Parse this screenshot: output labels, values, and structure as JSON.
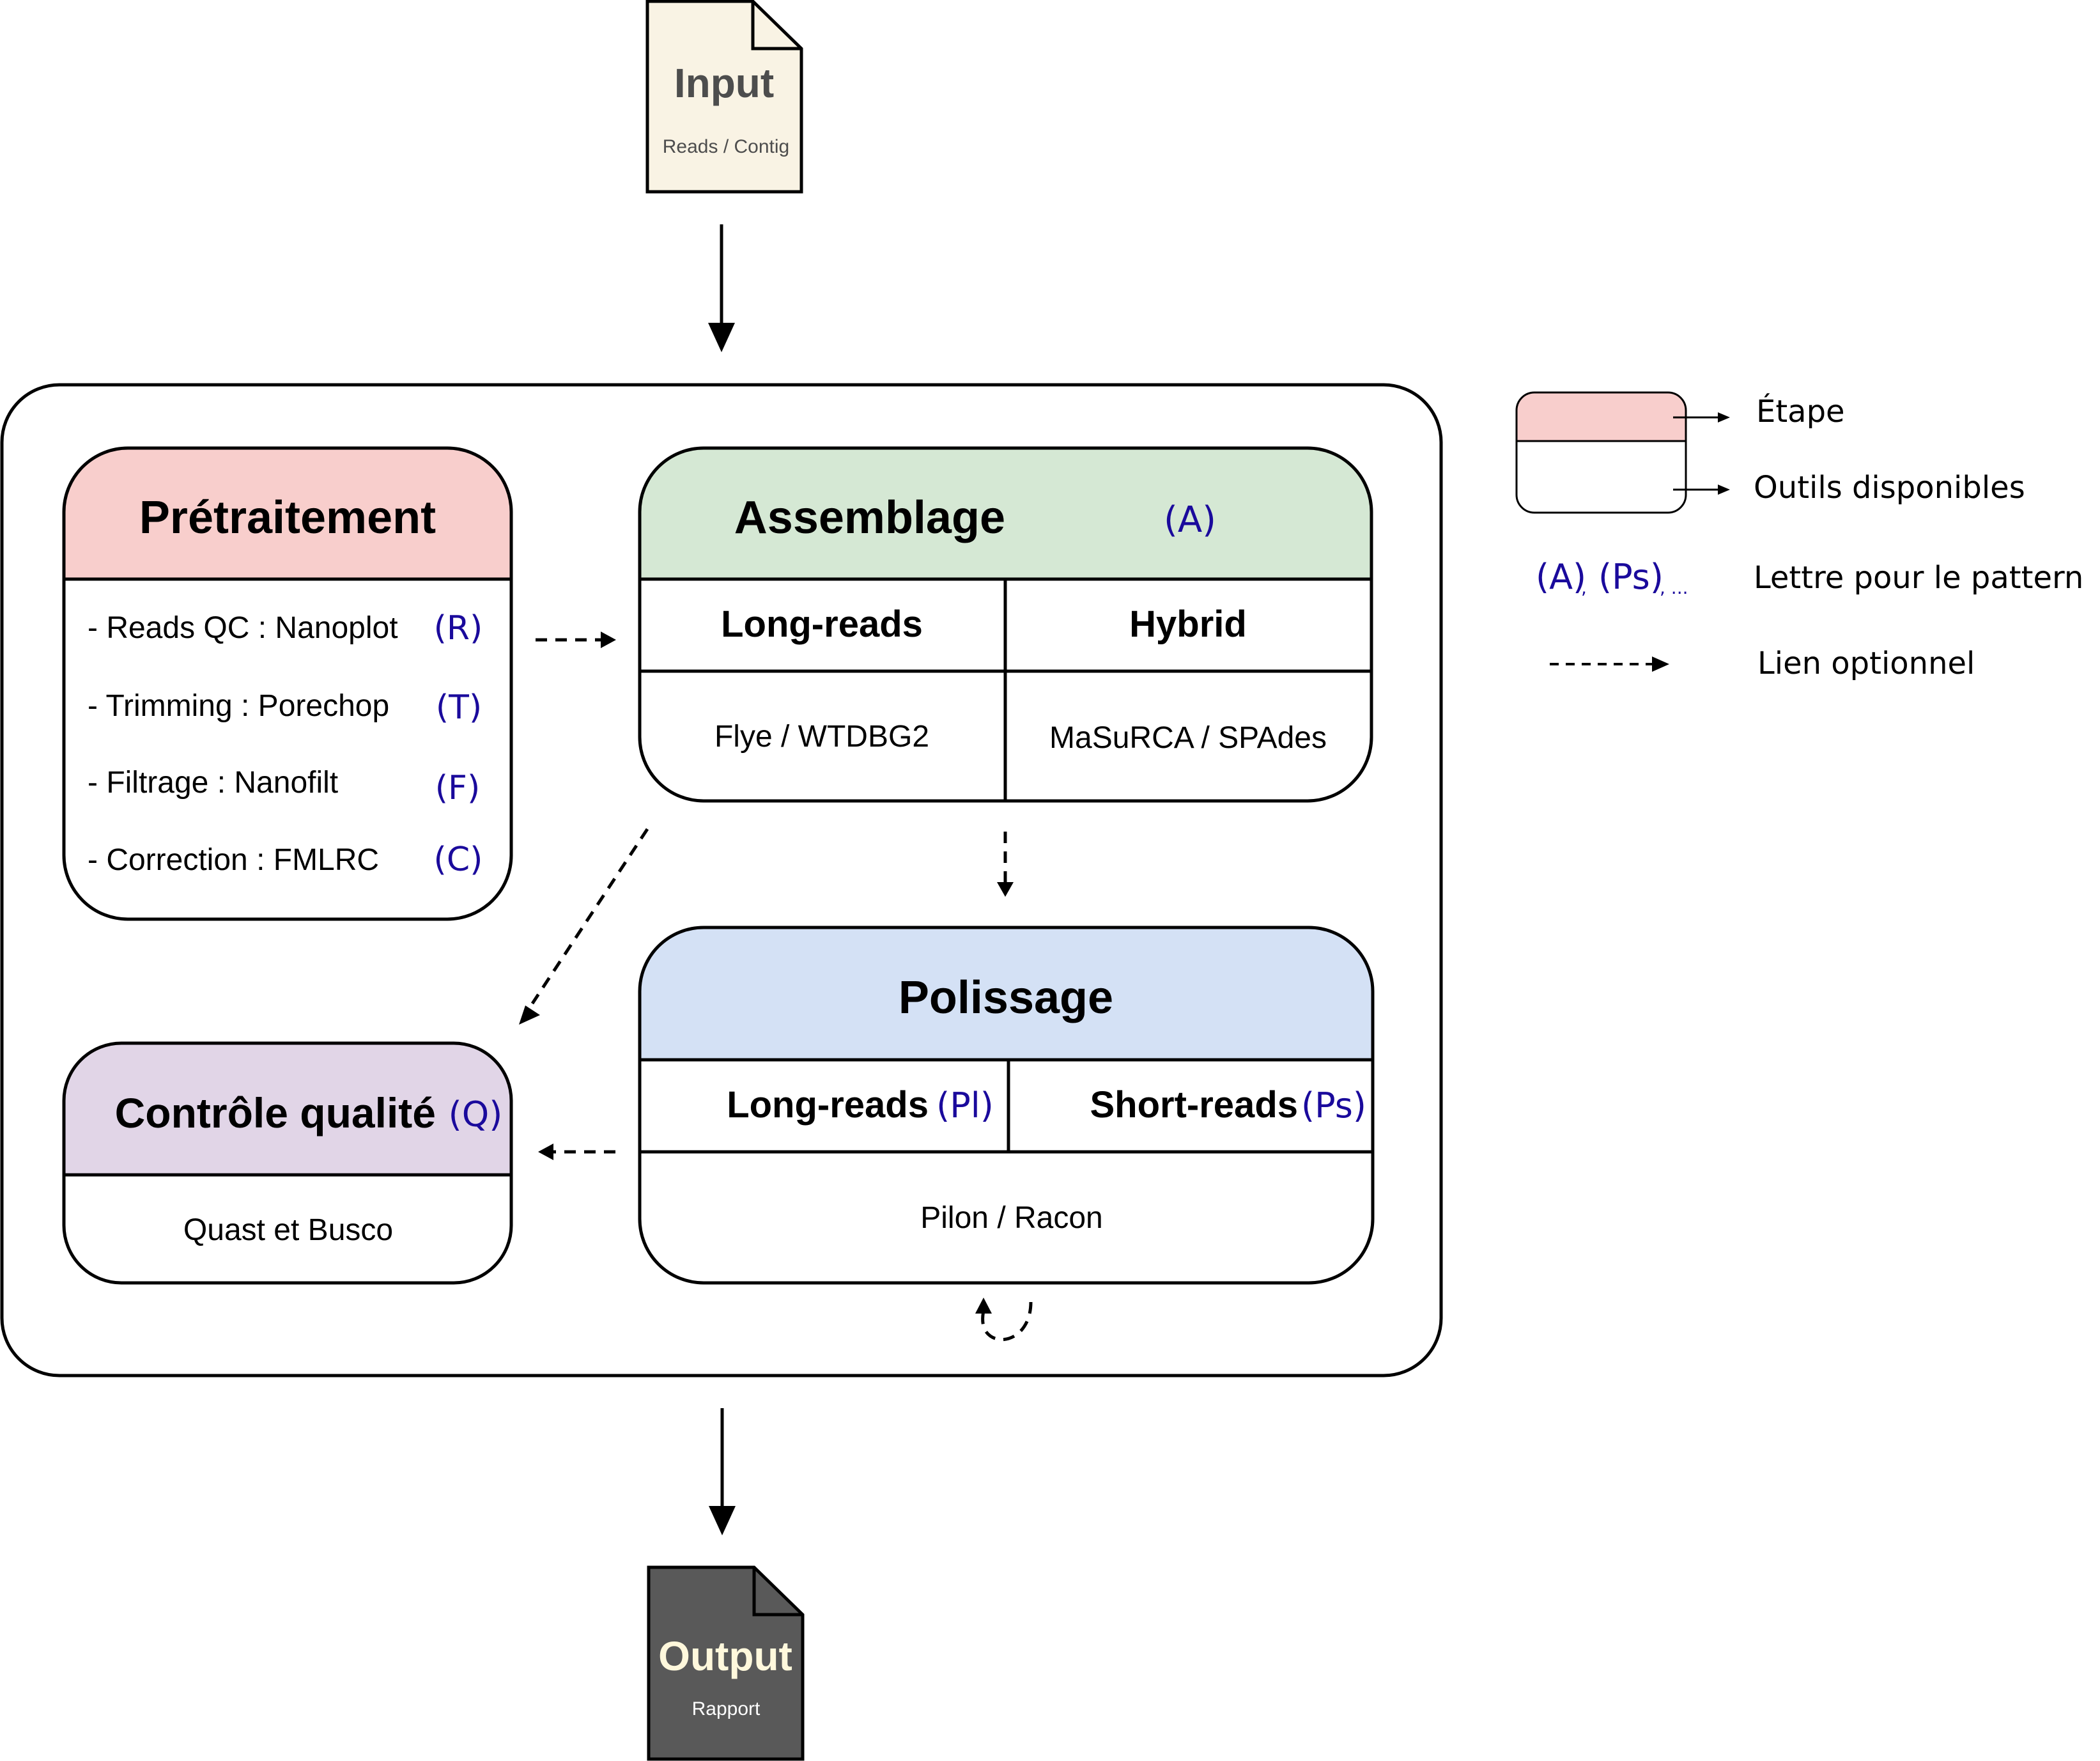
{
  "input_doc": {
    "title": "Input",
    "subtitle": "Reads / Contig"
  },
  "output_doc": {
    "title": "Output",
    "subtitle": "Rapport"
  },
  "pretraitement": {
    "title": "Prétraitement",
    "items": [
      {
        "label": "- Reads QC : Nanoplot",
        "letter": "(R)"
      },
      {
        "label": "- Trimming : Porechop",
        "letter": "(T)"
      },
      {
        "label": "- Filtrage : Nanofilt",
        "letter": "(F)"
      },
      {
        "label": "- Correction : FMLRC",
        "letter": "(C)"
      }
    ]
  },
  "assemblage": {
    "title": "Assemblage",
    "letter": "(A)",
    "col_left": {
      "header": "Long-reads",
      "tools": "Flye / WTDBG2"
    },
    "col_right": {
      "header": "Hybrid",
      "tools": "MaSuRCA / SPAdes"
    }
  },
  "polissage": {
    "title": "Polissage",
    "col_left": {
      "header": "Long-reads",
      "letter": "(Pl)"
    },
    "col_right": {
      "header": "Short-reads",
      "letter": "(Ps)"
    },
    "tools": "Pilon / Racon"
  },
  "controle": {
    "title": "Contrôle qualité",
    "letter": "(Q)",
    "tools": "Quast et Busco"
  },
  "legend": {
    "etape": "Étape",
    "outils": "Outils disponibles",
    "letters_a": "(A)",
    "letters_sep1": ",",
    "letters_ps": "(Ps)",
    "letters_sep2": ", ...",
    "letters_label": "Lettre pour le pattern",
    "link_label": "Lien optionnel"
  },
  "colors": {
    "pretraitement_header": "#f8cecc",
    "assemblage_header": "#d5e8d4",
    "polissage_header": "#d4e1f5",
    "controle_header": "#e1d5e7",
    "input_doc_fill": "#f9f3e4",
    "output_doc_fill": "#595959",
    "letter_blue": "#1a0a9c",
    "output_text": "#fff8dc"
  }
}
